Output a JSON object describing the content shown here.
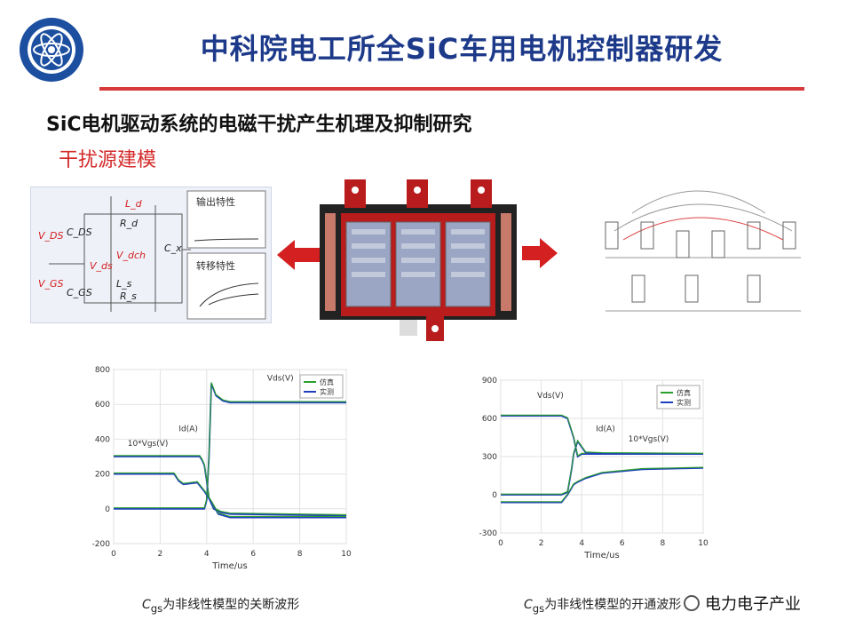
{
  "header": {
    "title": "中科院电工所全SiC车用电机控制器研发",
    "logo_icon": "cas-logo-icon",
    "rule_color": "#d63a3a",
    "title_color": "#1d3a8a"
  },
  "subtitle": "SiC电机驱动系统的电磁干扰产生机理及抑制研究",
  "section": "干扰源建模",
  "left_panel": {
    "labels": [
      "C_DS",
      "V_DS",
      "V_GS",
      "C_GS",
      "V_ds",
      "L_d",
      "R_d",
      "C_x",
      "L_s",
      "R_s",
      "V_dch"
    ],
    "box_top": "输出特性",
    "box_bottom": "转移特性"
  },
  "arrows": {
    "color": "#d42020"
  },
  "charts": [
    {
      "caption_prefix": "C",
      "caption_sub": "gs",
      "caption": "为非线性模型的关断波形",
      "annotations": [
        "Vds(V)",
        "Id(A)",
        "10*Vgs(V)"
      ],
      "legend": [
        "仿真",
        "实测"
      ]
    },
    {
      "caption_prefix": "C",
      "caption_sub": "gs",
      "caption": "为非线性模型的开通波形",
      "annotations": [
        "Vds(V)",
        "Id(A)",
        "10*Vgs(V)"
      ],
      "legend": [
        "仿真",
        "实测"
      ]
    }
  ],
  "chart_data": [
    {
      "type": "line",
      "xlabel": "Time/us",
      "ylabel": "",
      "xlim": [
        0,
        10
      ],
      "ylim": [
        -200,
        800
      ],
      "x_ticks": [
        0,
        2,
        4,
        6,
        8,
        10
      ],
      "y_ticks": [
        -200,
        0,
        200,
        400,
        600,
        800
      ],
      "series": [
        {
          "name": "仿真",
          "color": "#2ca02c"
        },
        {
          "name": "实测",
          "color": "#1f3fbf"
        }
      ],
      "curves": [
        {
          "label": "Vds(V)",
          "x": [
            0,
            3.9,
            4.0,
            4.1,
            4.2,
            4.4,
            4.7,
            5,
            10
          ],
          "y": [
            0,
            0,
            50,
            300,
            720,
            650,
            620,
            610,
            610
          ]
        },
        {
          "label": "Id(A)",
          "x": [
            0,
            3.7,
            3.8,
            3.9,
            4.0,
            4.1,
            4.3,
            4.6,
            5,
            10
          ],
          "y": [
            300,
            300,
            280,
            250,
            160,
            60,
            0,
            -20,
            -30,
            -40
          ]
        },
        {
          "label": "10*Vgs(V)",
          "x": [
            0,
            2.6,
            2.8,
            3.0,
            3.6,
            3.9,
            4.2,
            4.5,
            5,
            10
          ],
          "y": [
            200,
            200,
            160,
            140,
            150,
            100,
            40,
            -30,
            -50,
            -50
          ]
        }
      ]
    },
    {
      "type": "line",
      "xlabel": "Time/us",
      "ylabel": "",
      "xlim": [
        0,
        10
      ],
      "ylim": [
        -300,
        900
      ],
      "x_ticks": [
        0,
        2,
        4,
        6,
        8,
        10
      ],
      "y_ticks": [
        -300,
        0,
        300,
        600,
        900
      ],
      "series": [
        {
          "name": "仿真",
          "color": "#2ca02c"
        },
        {
          "name": "实测",
          "color": "#1f3fbf"
        }
      ],
      "curves": [
        {
          "label": "Vds(V)",
          "x": [
            0,
            3.0,
            3.3,
            3.6,
            3.8,
            4.0,
            4.5,
            6,
            10
          ],
          "y": [
            620,
            620,
            600,
            450,
            300,
            320,
            320,
            320,
            320
          ]
        },
        {
          "label": "Id(A)",
          "x": [
            0,
            3.0,
            3.3,
            3.5,
            3.6,
            3.8,
            4.2,
            5,
            10
          ],
          "y": [
            0,
            0,
            20,
            200,
            320,
            420,
            330,
            325,
            320
          ]
        },
        {
          "label": "10*Vgs(V)",
          "x": [
            0,
            3.0,
            3.3,
            3.6,
            3.8,
            4.2,
            5,
            7,
            10
          ],
          "y": [
            -60,
            -60,
            0,
            80,
            100,
            130,
            170,
            200,
            210
          ]
        }
      ]
    }
  ],
  "watermark": "电力电子产业"
}
